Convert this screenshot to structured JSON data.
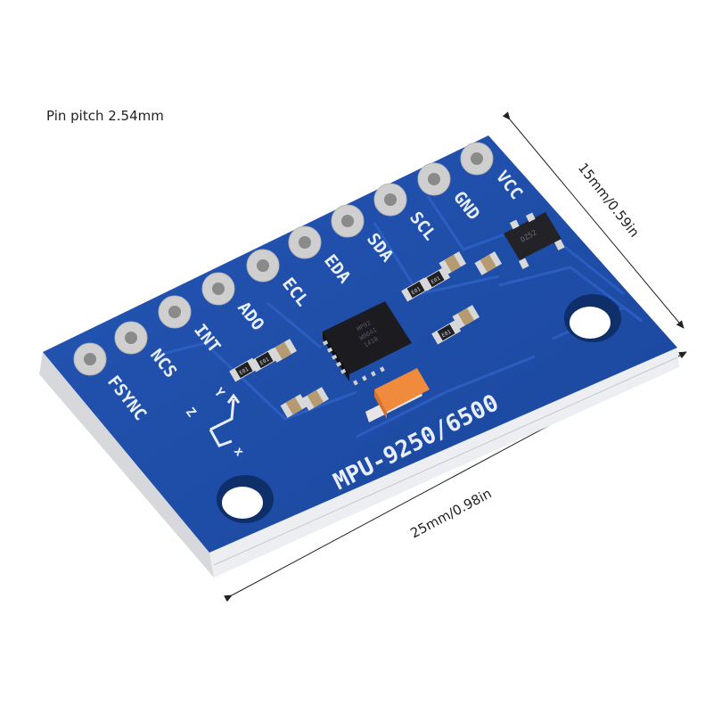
{
  "caption": "Pin pitch 2.54mm",
  "dimensions": {
    "width_label": "15mm/0.59in",
    "length_label": "25mm/0.98in"
  },
  "board": {
    "model_label": "MPU-9250/6500",
    "pins": [
      "FSYNC",
      "NCS",
      "INT",
      "ADO",
      "ECL",
      "EDA",
      "SDA",
      "SCL",
      "GND",
      "VCC"
    ],
    "axis_labels": {
      "x": "x",
      "y": "Y",
      "z": "Z"
    },
    "resistor_marking": "E01",
    "regulator_marking": "DZ52",
    "chip_marking": "MP92\nW0641\n1410",
    "colors": {
      "pcb": "#1f4fa8",
      "pcb_dark": "#163f8c",
      "edge": "#e4e6ea",
      "pad": "#c9c9c9",
      "chip": "#222226",
      "capacitor": "#f08a3c"
    }
  }
}
